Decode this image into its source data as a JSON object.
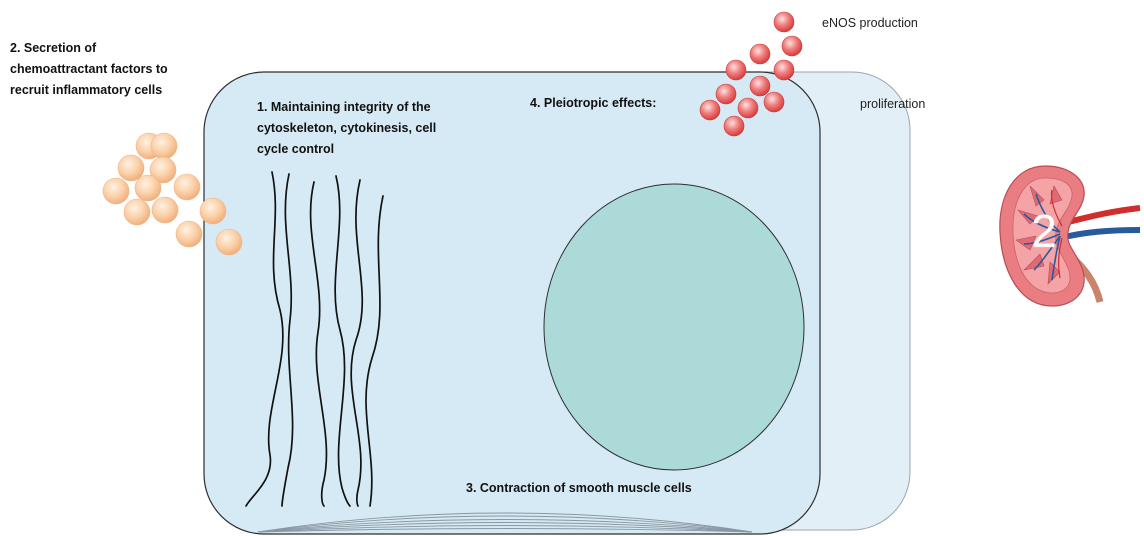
{
  "labels": {
    "secretion": [
      "2. Secretion of",
      "chemoattractant factors to",
      "recruit inflammatory cells"
    ],
    "cytoskeleton": [
      "1. Maintaining integrity of the",
      "cytoskeleton, cytokinesis, cell",
      "cycle control"
    ],
    "pleiotropic": "4. Pleiotropic effects:",
    "enos": "eNOS production",
    "proliferation": "proliferation",
    "contraction": "3. Contraction of smooth muscle cells"
  },
  "badge": {
    "number": "2"
  },
  "colors": {
    "cell_fill": "#d6eaf5",
    "cell_stroke": "#333333",
    "ghost_cell_fill": "#e3eff6",
    "nucleus_fill": "#acdad9",
    "inflammatory_cell": "#f8c79c",
    "enos_particle": "#e85c5c",
    "kidney": "#e8787d",
    "vein": "#2a5a9e",
    "artery": "#d02d2d"
  },
  "icons": [
    "kidney-icon"
  ]
}
